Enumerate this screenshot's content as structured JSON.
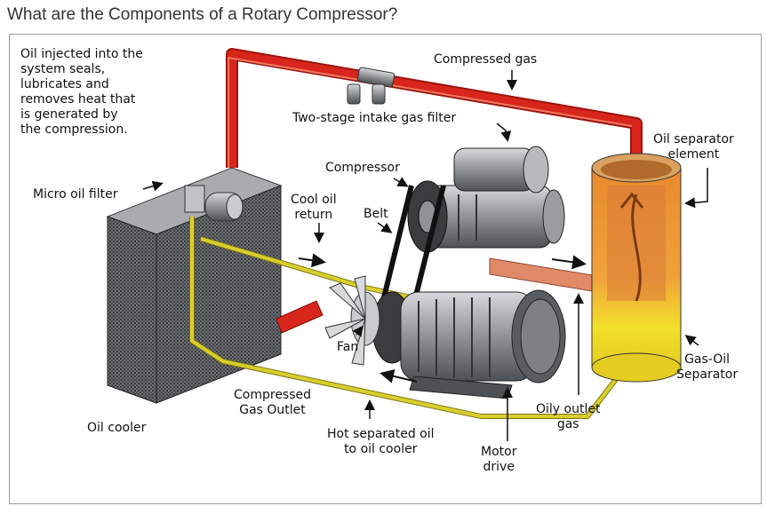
{
  "page": {
    "title": "What are the Components of a Rotary Compressor?"
  },
  "labels": {
    "oil_injected": "Oil injected into the\nsystem seals,\nlubricates and\nremoves heat that\nis generated by\nthe compression.",
    "compressed_gas": "Compressed gas",
    "intake_filter": "Two-stage intake gas filter",
    "oil_separator_element": "Oil separator\nelement",
    "compressor": "Compressor",
    "micro_oil_filter": "Micro oil filter",
    "cool_oil_return": "Cool oil\nreturn",
    "belt": "Belt",
    "fan": "Fan",
    "gas_oil_separator": "Gas-Oil\nSeparator",
    "compressed_gas_outlet": "Compressed\nGas Outlet",
    "oily_outlet_gas": "Oily outlet\ngas",
    "oil_cooler": "Oil cooler",
    "hot_separated_oil": "Hot separated oil\nto oil cooler",
    "motor_drive": "Motor\ndrive"
  },
  "colors": {
    "hot_pipe": "#d9261c",
    "oil_line": "#d8cf2e",
    "separator_orange": "#e8892e",
    "separator_yellow": "#f3e02a",
    "metal": "#8f9296",
    "cooler": "#54575a",
    "outlet_pipe": "#e08a6a"
  }
}
